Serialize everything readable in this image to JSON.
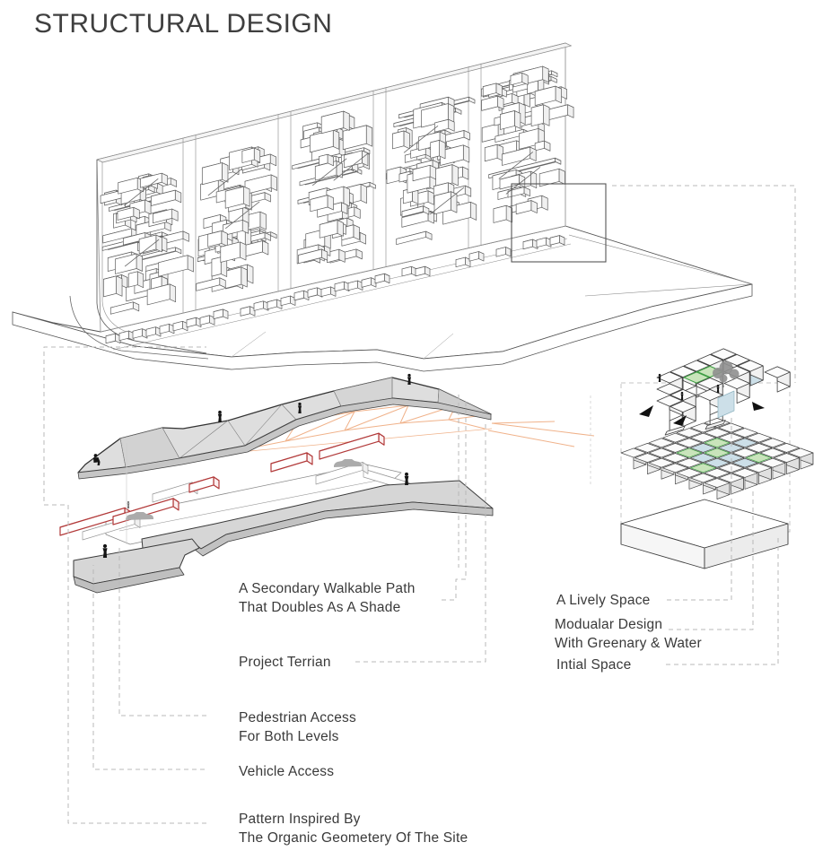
{
  "title": "STRUCTURAL DESIGN",
  "labels": {
    "left": [
      {
        "id": "secondary-path",
        "lines": [
          "A Secondary Walkable Path",
          "That Doubles As A Shade"
        ]
      },
      {
        "id": "project-terrain",
        "lines": [
          "Project Terrian"
        ]
      },
      {
        "id": "pedestrian-access",
        "lines": [
          "Pedestrian Access",
          "For Both Levels"
        ]
      },
      {
        "id": "vehicle-access",
        "lines": [
          "Vehicle Access"
        ]
      },
      {
        "id": "pattern-inspired",
        "lines": [
          "Pattern Inspired By",
          "The Organic Geometery Of The Site"
        ]
      }
    ],
    "right": [
      {
        "id": "lively-space",
        "lines": [
          "A Lively Space"
        ]
      },
      {
        "id": "modular-design",
        "lines": [
          "Modualar Design",
          "With Greenary & Water"
        ]
      },
      {
        "id": "initial-space",
        "lines": [
          "Intial Space"
        ]
      }
    ]
  },
  "icons": {
    "figure": "human-silhouette",
    "car": "car-silhouette",
    "tree": "tree-silhouette",
    "arrow": "direction-arrow"
  },
  "colors": {
    "ink": "#3f3f3f",
    "line": "#5f5f5f",
    "light_line": "#9a9a9a",
    "leader": "#b8b8b8",
    "canopy_fill": "#dedede",
    "canopy_edge": "#333333",
    "terrain_fill": "#d6d6d6",
    "terrain_band": "#c2c2c2",
    "accent_red": "#b23a3a",
    "accent_orange": "#f0b28a",
    "green_line": "#3ea044",
    "green_fill": "#c9e4bb",
    "water_fill": "#ccdfe8",
    "figure": "#151515",
    "car": "#ababab",
    "tree": "#8f8f8f",
    "text": "#3a3a3a"
  }
}
